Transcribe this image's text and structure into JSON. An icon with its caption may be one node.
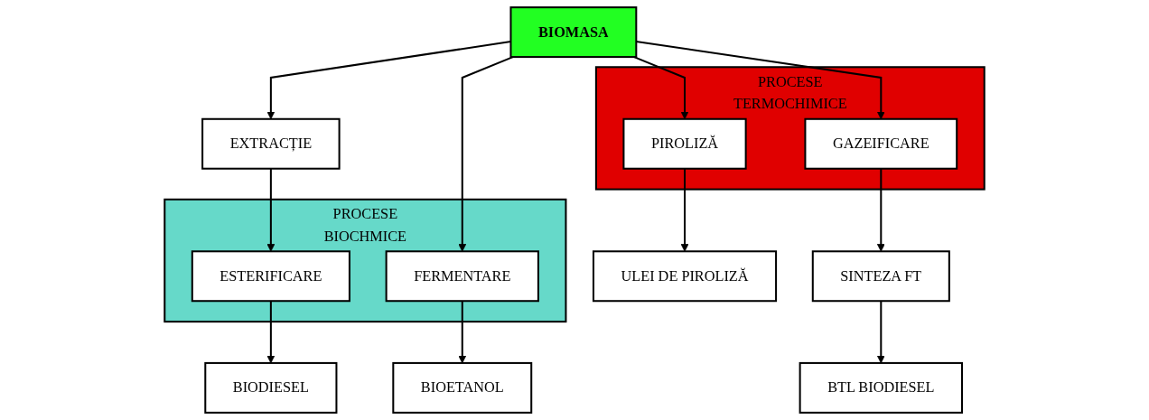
{
  "diagram": {
    "nodes": [
      {
        "text": [
          "BIOMASA"
        ]
      },
      {
        "text": [
          "EXTRACȚIE"
        ]
      },
      {
        "text": [
          "PROCESE",
          "BIOCHMICE"
        ]
      },
      {
        "text": [
          "ESTERIFICARE"
        ],
        "in": 2
      },
      {
        "text": [
          "FERMENTARE"
        ],
        "in": 2
      },
      {
        "text": [
          "BIODIESEL"
        ]
      },
      {
        "text": [
          "BIOETANOL"
        ]
      },
      {
        "text": [
          "PROCESE",
          "TERMOCHIMICE"
        ]
      },
      {
        "text": [
          "PIROLIZĂ"
        ],
        "in": 7
      },
      {
        "text": [
          "GAZEIFICARE"
        ],
        "in": 7
      },
      {
        "text": [
          "ULEI DE PIROLIZĂ"
        ]
      },
      {
        "text": [
          "SINTEZA FT"
        ]
      },
      {
        "text": [
          "BTL BIODIESEL"
        ]
      }
    ],
    "edges": [
      {
        "from": 0,
        "to": 1,
        "arrow": "to"
      },
      {
        "from": 0,
        "to": 4,
        "arrow": "to"
      },
      {
        "from": 0,
        "to": 8,
        "arrow": "to"
      },
      {
        "from": 0,
        "to": 9,
        "arrow": "to"
      },
      {
        "from": 1,
        "to": 3,
        "arrow": "to"
      },
      {
        "from": 3,
        "to": 5,
        "arrow": "to"
      },
      {
        "from": 4,
        "to": 6,
        "arrow": "to"
      },
      {
        "from": 8,
        "to": 10,
        "arrow": "to"
      },
      {
        "from": 9,
        "to": 11,
        "arrow": "to"
      },
      {
        "from": 11,
        "to": 12,
        "arrow": "to"
      }
    ]
  }
}
